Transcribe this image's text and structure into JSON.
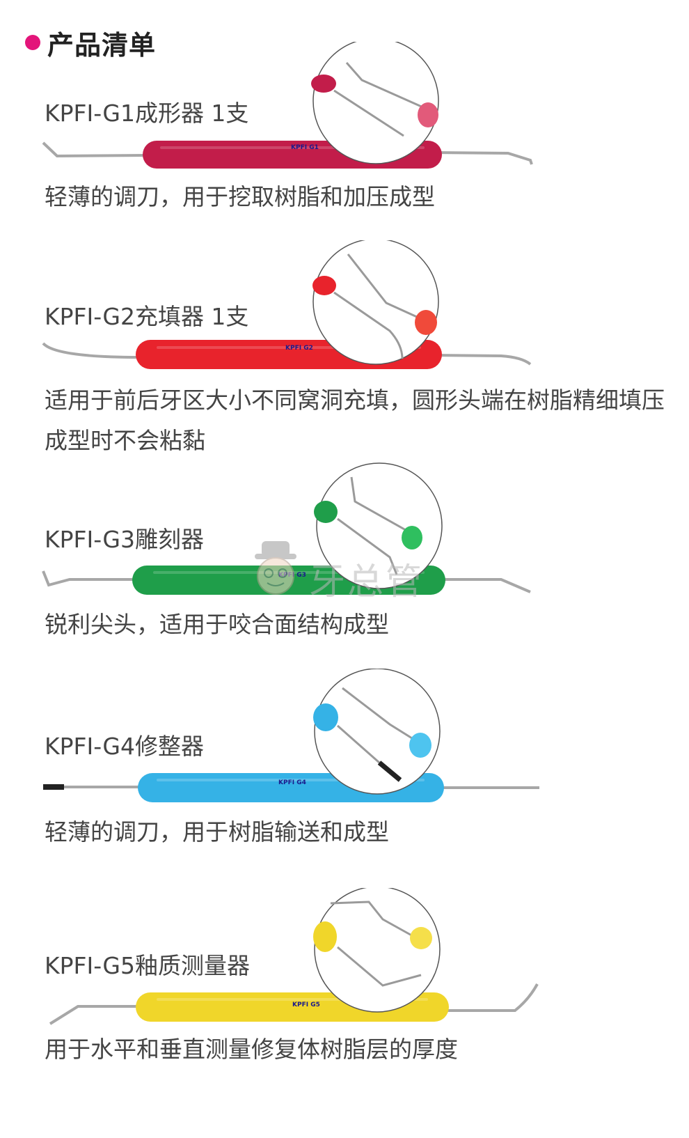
{
  "header": {
    "title": "产品清单"
  },
  "items": [
    {
      "name": "KPFI-G1成形器  1支",
      "description": "轻薄的调刀，用于挖取树脂和加压成型",
      "color": "#c21d4a",
      "handle_text": "KPFI  G1"
    },
    {
      "name": "KPFI-G2充填器  1支",
      "description": "适用于前后牙区大小不同窝洞充填，圆形头端在树脂精细填压成型时不会粘黏",
      "color": "#e8232c",
      "handle_text": "KPFI  G2"
    },
    {
      "name": "KPFI-G3雕刻器",
      "description": "锐利尖头，适用于咬合面结构成型",
      "color": "#1f9e4a",
      "handle_text": "KPFI  G3"
    },
    {
      "name": "KPFI-G4修整器",
      "description": "轻薄的调刀，用于树脂输送和成型",
      "color": "#35b2e6",
      "handle_text": "KPFI  G4"
    },
    {
      "name": "KPFI-G5釉质测量器",
      "description": "用于水平和垂直测量修复体树脂层的厚度",
      "color": "#f0d62a",
      "handle_text": "KPFI  G5"
    }
  ],
  "watermark": {
    "text": "牙总管"
  }
}
